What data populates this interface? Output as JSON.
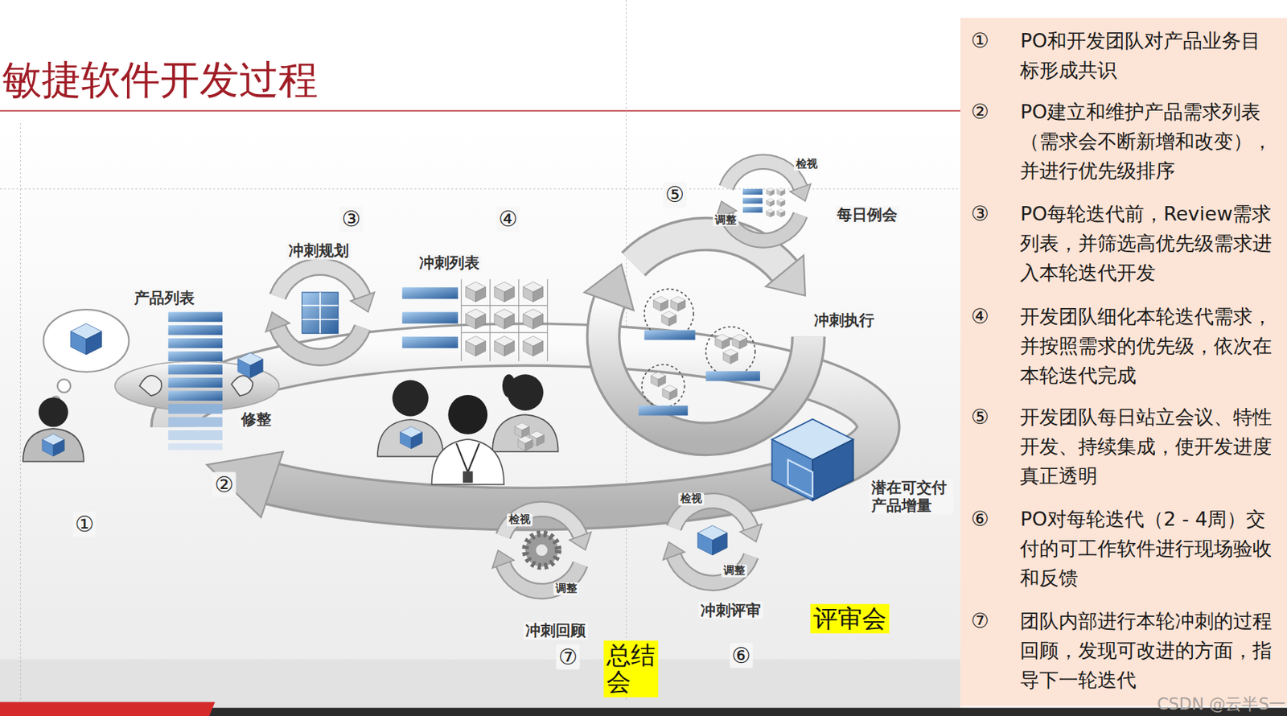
{
  "diagram": {
    "title": "敏捷软件开发过程",
    "nodes": [
      {
        "text": [
          "①",
          "PO和开发团队对产品业务目标形成共识",
          "②",
          "PO建立和维护产品需求列表（需求会不断新增和改变），并进行优先级排序",
          "③",
          "PO每轮迭代前，Review需求列表，并筛选高优先级需求进入本轮迭代开发",
          "④",
          "开发团队细化本轮迭代需求，并按照需求的优先级，依次在本轮迭代完成",
          "⑤",
          "开发团队每日站立会议、特性开发、持续集成，使开发进度真正透明",
          "⑥",
          "PO对每轮迭代（2 - 4周）交付的可工作软件进行现场验收和反馈",
          "⑦",
          "团队内部进行本轮冲刺的过程回顾，发现可改进的方面，指导下一轮迭代"
        ]
      },
      {
        "text": [
          "评审会"
        ]
      },
      {
        "text": [
          "总结会"
        ]
      }
    ],
    "labels": [
      "产品列表",
      "修整",
      "冲刺规划",
      "冲刺列表",
      "每日例会",
      "检视",
      "调整",
      "冲刺执行",
      "潜在可交付 产品增量",
      "检视",
      "调整",
      "冲刺评审",
      "检视",
      "调整",
      "冲刺回顾",
      "①",
      "②",
      "③",
      "④",
      "⑤",
      "⑥",
      "⑦",
      "CSDN @云半S一"
    ]
  }
}
